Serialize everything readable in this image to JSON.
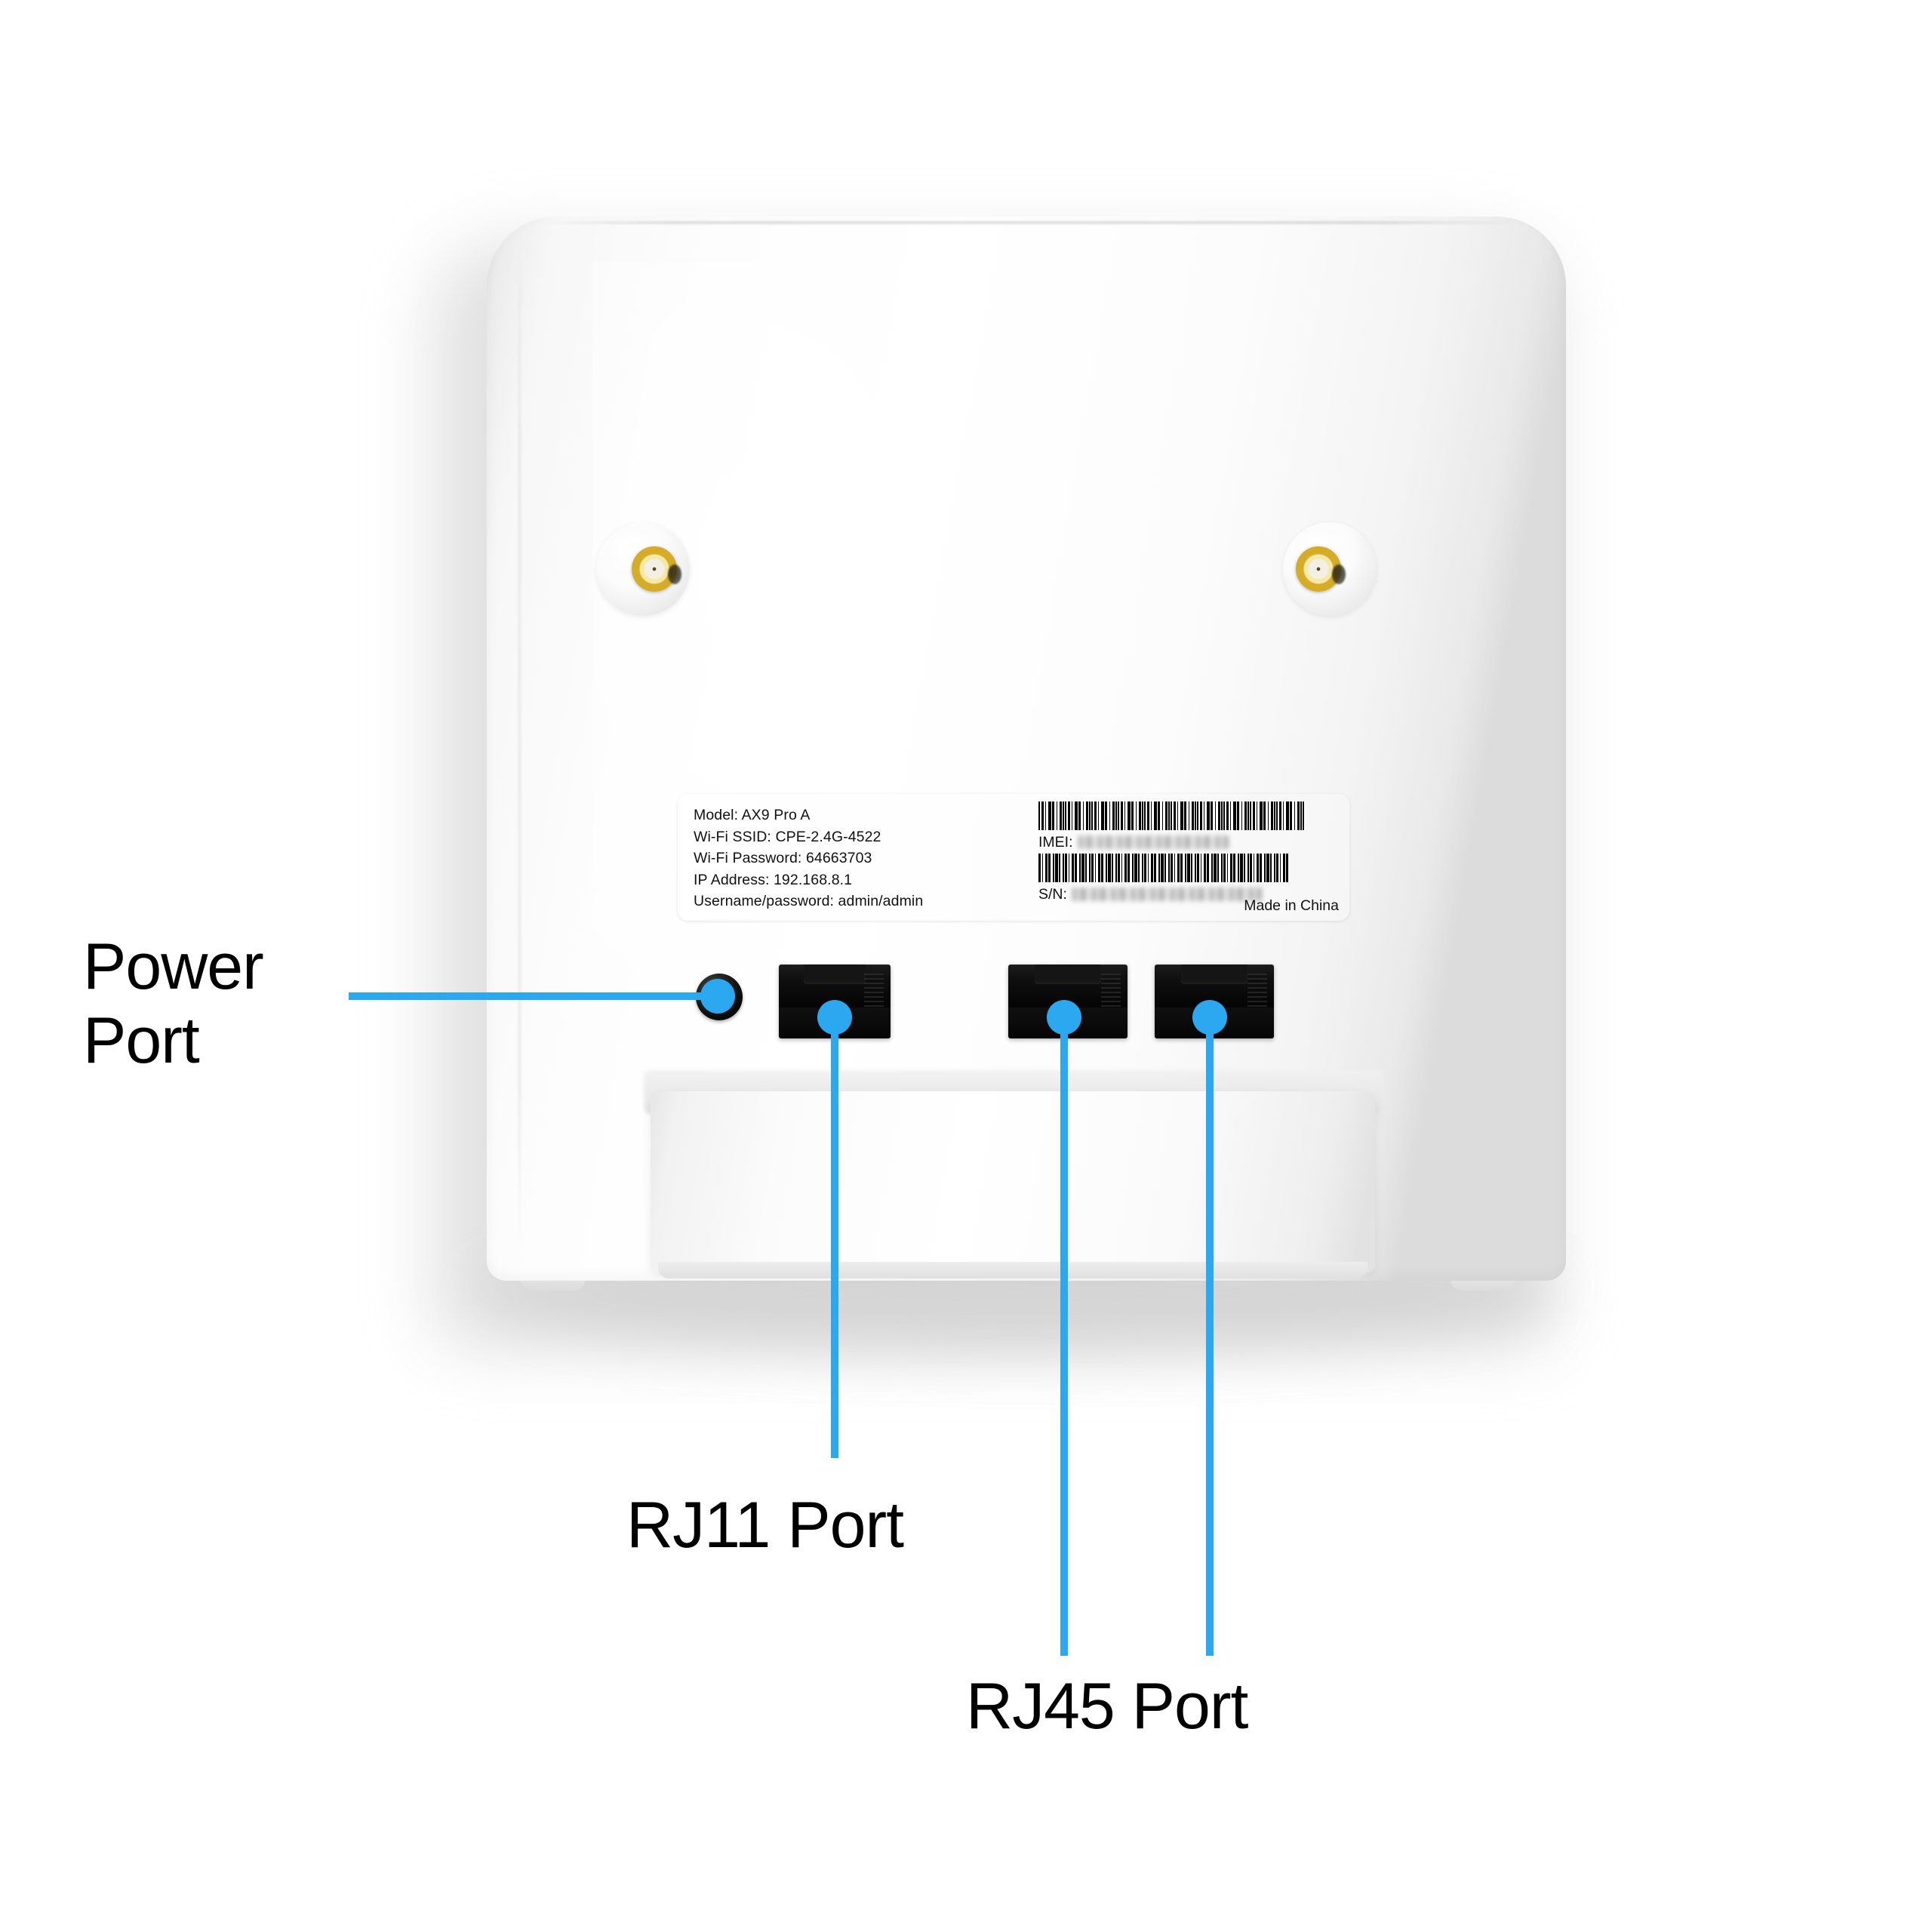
{
  "scene": {
    "description": "Rear view photo of a white 4G/5G CPE router with annotated port callouts",
    "background_color": "#ffffff",
    "accent_color": "#2ca8f0",
    "text_color": "#000000"
  },
  "device": {
    "body_color": "#ffffff",
    "antennas": [
      {
        "name": "antenna-connector-left",
        "type": "SMA",
        "color": "#d4ac27"
      },
      {
        "name": "antenna-connector-right",
        "type": "SMA",
        "color": "#d4ac27"
      }
    ]
  },
  "label": {
    "lines": [
      "Model: AX9 Pro A",
      "Wi-Fi SSID: CPE-2.4G-4522",
      "Wi-Fi Password: 64663703",
      "IP Address: 192.168.8.1",
      "Username/password: admin/admin"
    ],
    "fields": {
      "model_label": "Model:",
      "model_value": "AX9 Pro A",
      "ssid_label": "Wi-Fi SSID:",
      "ssid_value": "CPE-2.4G-4522",
      "password_label": "Wi-Fi Password:",
      "password_value": "64663703",
      "ip_label": "IP Address:",
      "ip_value": "192.168.8.1",
      "credentials_label": "Username/password:",
      "credentials_value": "admin/admin"
    },
    "codes": {
      "imei_label": "IMEI:",
      "imei_value": "",
      "sn_label": "S/N:",
      "sn_value": ""
    },
    "origin": "Made in China"
  },
  "ports": [
    {
      "name": "power-port",
      "type": "DC barrel jack",
      "color": "#000000"
    },
    {
      "name": "rj11-port",
      "type": "RJ11",
      "color": "#000000"
    },
    {
      "name": "rj45-port-1",
      "type": "RJ45",
      "color": "#000000"
    },
    {
      "name": "rj45-port-2",
      "type": "RJ45",
      "color": "#000000"
    }
  ],
  "callouts": [
    {
      "id": "power",
      "label": "Power\nPort",
      "target": "power-port"
    },
    {
      "id": "rj11",
      "label": "RJ11 Port",
      "target": "rj11-port"
    },
    {
      "id": "rj45",
      "label": "RJ45 Port",
      "target": "rj45-port-1"
    }
  ]
}
